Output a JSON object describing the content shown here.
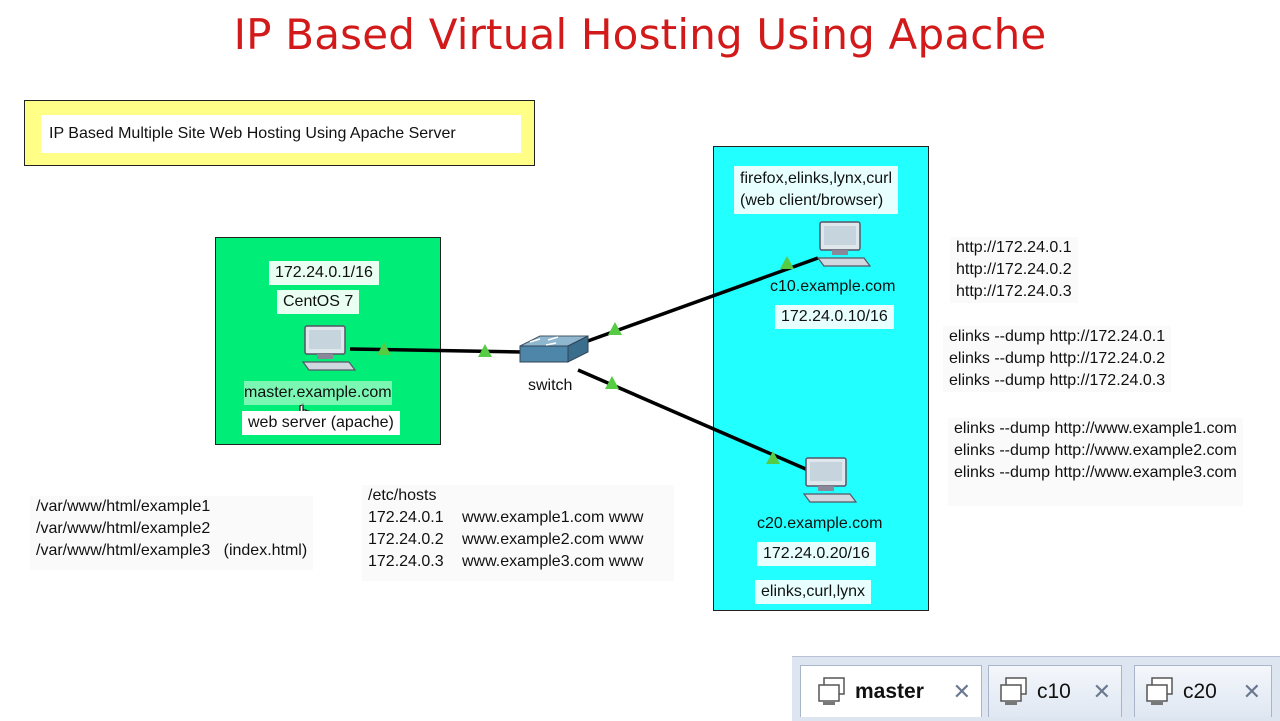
{
  "title": "IP Based Virtual Hosting Using Apache",
  "subtitle": "IP Based Multiple Site Web Hosting Using Apache Server",
  "server": {
    "ip": "172.24.0.1/16",
    "os": "CentOS 7",
    "hostname": "master.example.com",
    "role": "web server (apache)",
    "icon": "computer-icon"
  },
  "switch": {
    "label": "switch",
    "icon": "network-switch-icon"
  },
  "clients": {
    "header_line1": "firefox,elinks,lynx,curl",
    "header_line2": "(web client/browser)",
    "c10": {
      "hostname": "c10.example.com",
      "ip": "172.24.0.10/16"
    },
    "c20": {
      "hostname": "c20.example.com",
      "ip": "172.24.0.20/16",
      "tools": "elinks,curl,lynx"
    }
  },
  "urls": [
    "http://172.24.0.1",
    "http://172.24.0.2",
    "http://172.24.0.3"
  ],
  "elinks_ip": [
    "elinks --dump http://172.24.0.1",
    "elinks --dump http://172.24.0.2",
    "elinks --dump http://172.24.0.3"
  ],
  "elinks_name": [
    "elinks --dump http://www.example1.com",
    "elinks --dump http://www.example2.com",
    "elinks --dump http://www.example3.com"
  ],
  "docroots": [
    "/var/www/html/example1",
    "/var/www/html/example2",
    "/var/www/html/example3   (index.html)"
  ],
  "hosts": {
    "header": "/etc/hosts",
    "rows": [
      {
        "ip": "172.24.0.1",
        "names": "www.example1.com www"
      },
      {
        "ip": "172.24.0.2",
        "names": "www.example2.com www"
      },
      {
        "ip": "172.24.0.3",
        "names": "www.example3.com www"
      }
    ]
  },
  "tabs": [
    {
      "label": "master",
      "icon": "vm-icon",
      "active": true
    },
    {
      "label": "c10",
      "icon": "vm-icon",
      "active": false
    },
    {
      "label": "c20",
      "icon": "vm-icon",
      "active": false
    }
  ],
  "colors": {
    "title": "#d21a1a",
    "server_box": "#00ee77",
    "client_box": "#22ffff",
    "subtitle_box": "#ffff88",
    "link_light": "#55cc44"
  }
}
